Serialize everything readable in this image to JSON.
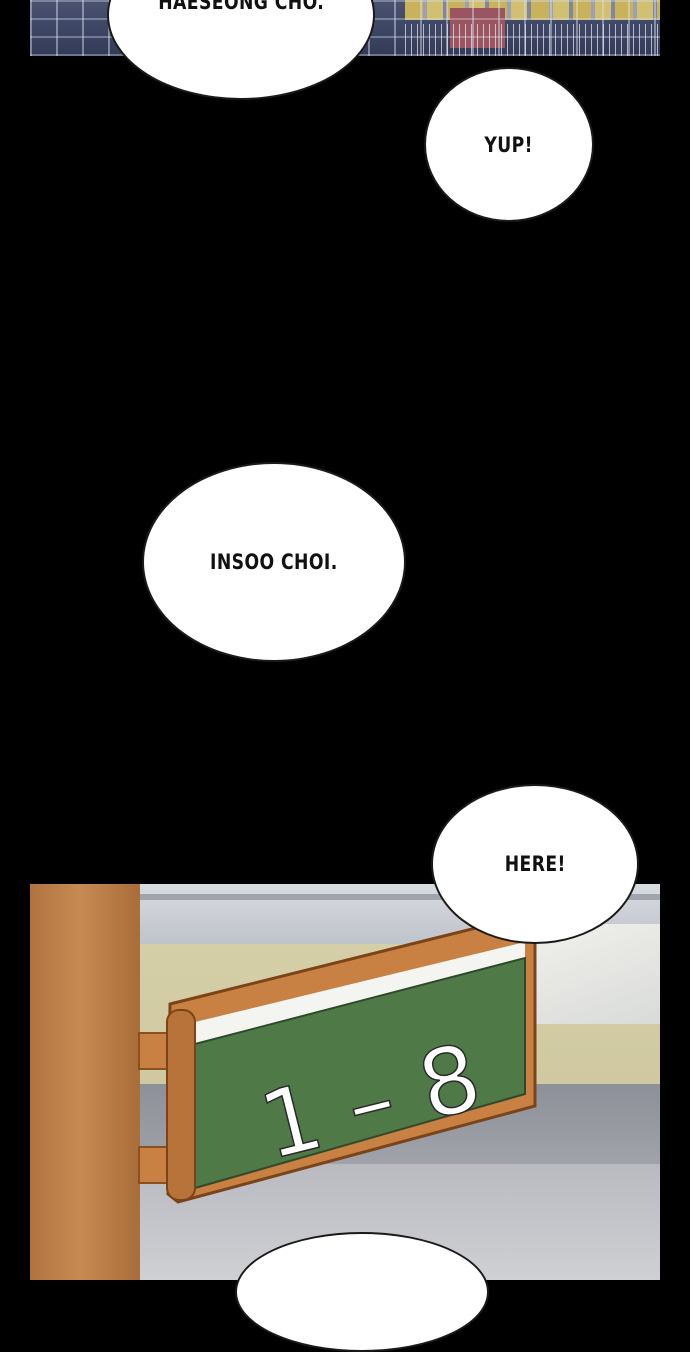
{
  "panels": {
    "top": {
      "scene": "building facade at night"
    },
    "bottom": {
      "sign_text": "1 – 8"
    }
  },
  "bubbles": {
    "top": "HAESEONG CHO.",
    "yup": "YUP!",
    "insoo": "INSOO CHOI.",
    "here": "HERE!",
    "bottom": ""
  },
  "colors": {
    "background": "#000000",
    "bubble_fill": "#ffffff",
    "sign_green": "#4f7a48",
    "sign_frame": "#c88043"
  }
}
